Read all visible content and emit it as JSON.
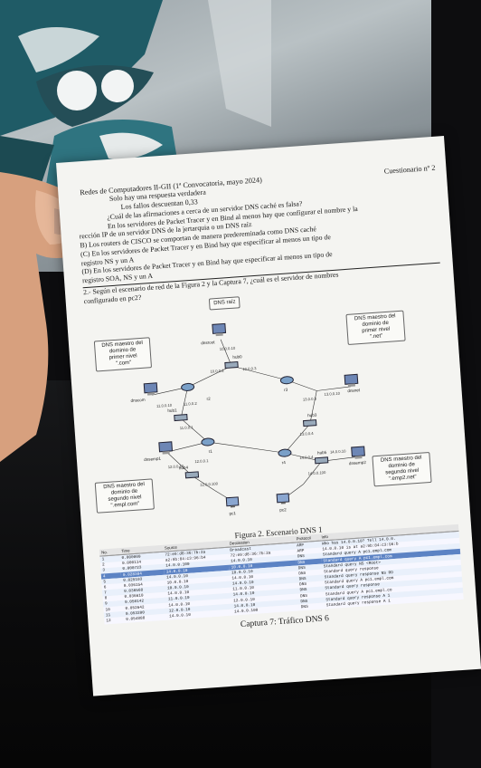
{
  "header": {
    "course": "Redes de Computadores II-GII (1ª Convocatoria, mayo 2024)",
    "exam": "Cuestionario nº 2",
    "rule1": "Solo hay una respuesta verdadera",
    "rule2": "Los fallos descuentan 0,33"
  },
  "question1": {
    "text": "¿Cuál de las afirmaciones a cerca de un servidor DNS caché es falsa?",
    "options": [
      "En los servidores de Packet Tracer y en Bind al menos hay que configurar el nombre y la",
      "rección IP de un servidor DNS de la jertarquia o un DNS raíz",
      "B) Los routers de CISCO se comportan de manera predereminada como DNS caché",
      "(C) En los servidores de Packet Tracer y en Bind hay que especificar al menos un tipo de",
      "registro NS y un A",
      "(D) En los servidores de Packet Tracer y en Bind hay que especificar al menos un tipo de",
      "registro SOA, NS y un A"
    ]
  },
  "question2": {
    "line1": "2.- Según el escenario de red de la Figura 2 y la Captura 7, ¿cuál es el servidor de nombres",
    "line2": "configurado en pc2?"
  },
  "diagram": {
    "zones": {
      "root": "DNS raíz",
      "com": "DNS maestro del\ndominio de\nprimer nivel\n\".com\"",
      "net": "DNS maestro del\ndominio de\nprimer nivel\n\".net\"",
      "empl": "DNS maestro del\ndominio de\nsegundo nivel\n\".empl.com\"",
      "emp2": "DNS maestro del\ndominio de\nsegundo nivel\n\".emp2.net\""
    },
    "devices": {
      "dnsroot": "dnsroot",
      "dnscom": "dnscom",
      "dnsnet": "dnsnet",
      "dnsemp1": "dnsemp1",
      "dnsemp2": "dnsemp2",
      "hub0": "hub0",
      "hub1": "hub1",
      "hub2": "hub2",
      "hub3": "hub3",
      "hub4": "hub4",
      "hub5": "hub5",
      "r1": "r1",
      "r2": "r2",
      "r3": "r3",
      "r4": "r4",
      "pc1": "pc1",
      "pc2": "pc2"
    },
    "ips": {
      "root": "10.0.0.10",
      "hub0a": "10.0.0.2",
      "hub0b": "10.0.0.3",
      "com": "11.0.0.10",
      "r2com": "11.0.0.2",
      "net": "13.0.0.10",
      "r3net": "13.0.0.3",
      "hub1": "11.0.0.1",
      "hub3": "13.0.0.4",
      "emp1": "12.0.0.10",
      "r1emp1": "12.0.0.1",
      "emp2": "14.0.0.10",
      "r4emp2": "14.0.0.4",
      "pc1": "12.0.0.100",
      "pc2": "14.0.0.100"
    },
    "caption": "Figura 2. Escenario DNS 1"
  },
  "capture": {
    "columns": [
      "No.",
      "Time",
      "Source",
      "Destination",
      "Protocol",
      "Info"
    ],
    "rows": [
      [
        "1",
        "0.000000",
        "72:e9:d8:36:7b:2a",
        "Broadcast",
        "ARP",
        "Who has 14.0.0.10? Tell 14.0.0."
      ],
      [
        "2",
        "0.000114",
        "a2:9b:84:c3:96:b4",
        "72:e9:d8:36:7b:2a",
        "ARP",
        "14.0.0.10 is at a2:9b:84:c3:96:b"
      ],
      [
        "3",
        "0.000723",
        "14.0.0.100",
        "14.0.0.10",
        "DNS",
        "Standard query A pc1.empl.com"
      ],
      [
        "4",
        "0.028384",
        "14.0.0.10",
        "10.0.0.10",
        "DNS",
        "Standard query A pc1.empl.com"
      ],
      [
        "5",
        "0.029103",
        "14.0.0.10",
        "10.0.0.10",
        "DNS",
        "Standard query NS <Root>"
      ],
      [
        "6",
        "0.036154",
        "10.0.0.10",
        "14.0.0.10",
        "DNS",
        "Standard query response"
      ],
      [
        "7",
        "0.036568",
        "10.0.0.10",
        "14.0.0.10",
        "DNS",
        "Standard query response NS RO"
      ],
      [
        "8",
        "0.036610",
        "14.0.0.10",
        "11.0.0.10",
        "DNS",
        "Standard query A pc1.empl.com"
      ],
      [
        "9",
        "0.050142",
        "11.0.0.10",
        "14.0.0.10",
        "DNS",
        "Standard query response"
      ],
      [
        "10",
        "0.052642",
        "14.0.0.10",
        "12.0.0.10",
        "DNS",
        "Standard query A pc1.empl.co"
      ],
      [
        "11",
        "0.053200",
        "12.0.0.10",
        "14.0.0.10",
        "DNS",
        "Standard query response A 1"
      ],
      [
        "12",
        "0.054888",
        "14.0.0.10",
        "14.0.0.100",
        "DNS",
        "Standard query response A 1"
      ]
    ],
    "selected_row": 4,
    "caption": "Captura 7: Tráfico DNS 6"
  },
  "colors": {
    "paper": "#f4f4f1",
    "selected_row": "#5c83c4",
    "shirt": "#aab2b6",
    "print_teal": "#2b6f78"
  },
  "icons": [
    "server-icon",
    "router-icon",
    "hub-icon",
    "pc-icon"
  ]
}
